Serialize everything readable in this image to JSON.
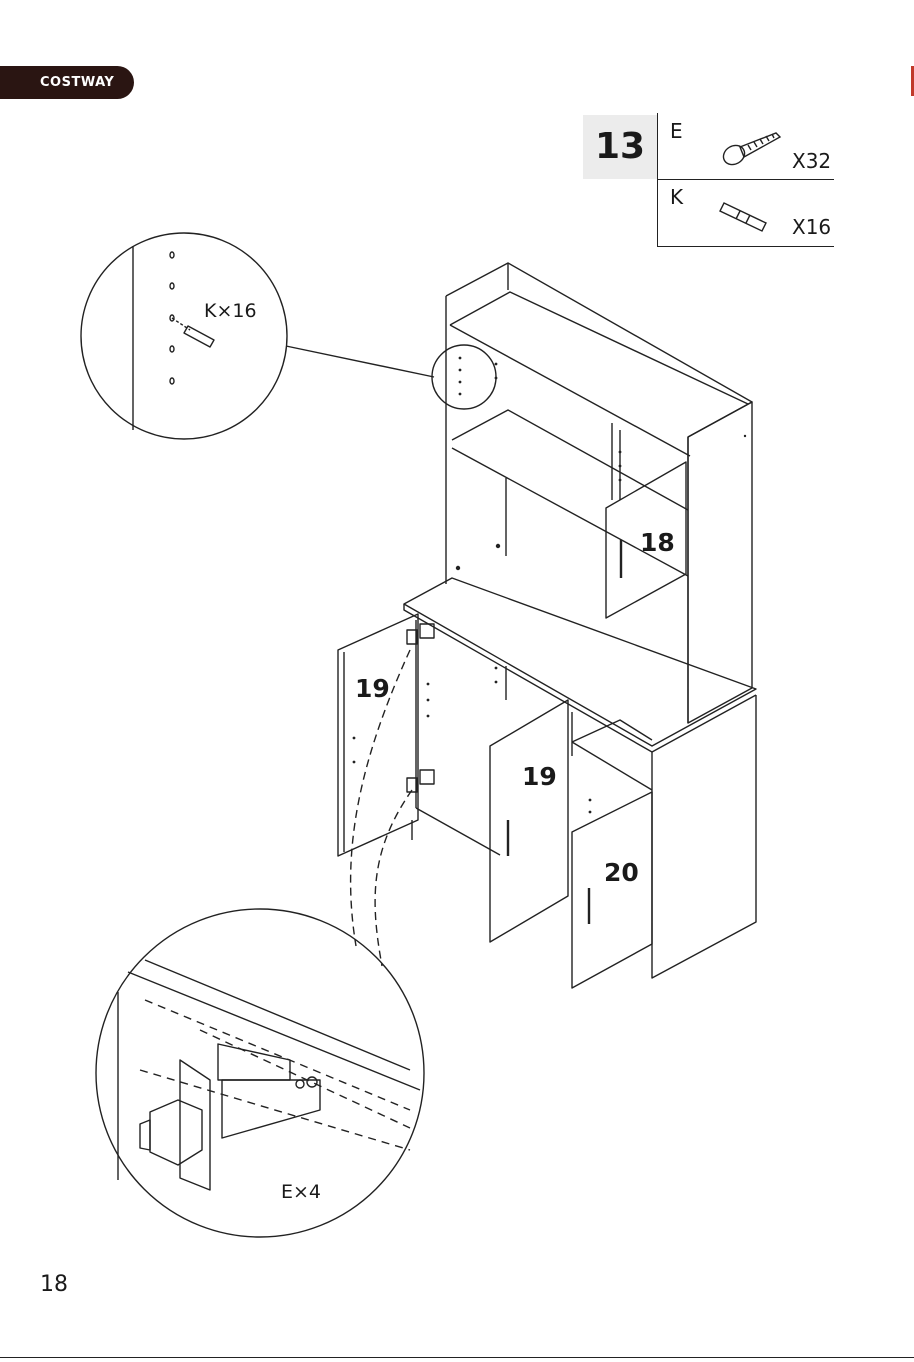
{
  "header": {
    "brand": "COSTWAY"
  },
  "step": {
    "number": "13"
  },
  "parts": [
    {
      "label": "E",
      "qty": "X32",
      "icon": "screw-icon"
    },
    {
      "label": "K",
      "qty": "X16",
      "icon": "dowel-icon"
    }
  ],
  "callouts": {
    "top_detail": "K×16",
    "bottom_detail": "E×4"
  },
  "panels": {
    "p18": "18",
    "p19_left": "19",
    "p19_mid": "19",
    "p20": "20"
  },
  "footer": {
    "page_number": "18"
  }
}
